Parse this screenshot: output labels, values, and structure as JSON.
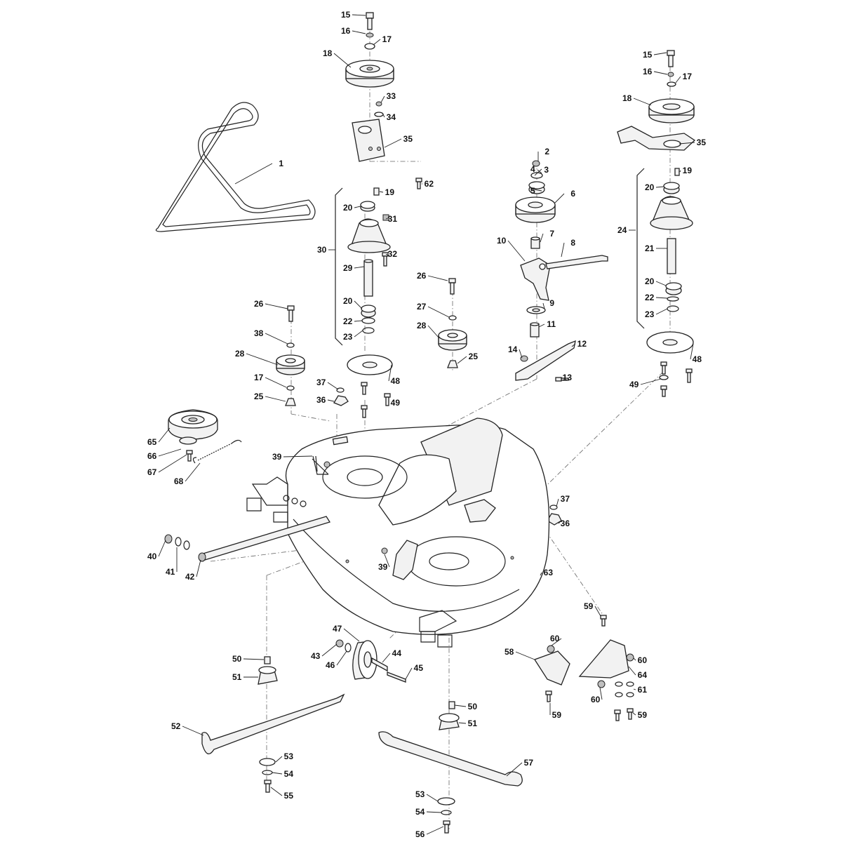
{
  "diagram": {
    "callouts": [
      {
        "id": "c1",
        "text": "1"
      },
      {
        "id": "c2",
        "text": "2"
      },
      {
        "id": "c3",
        "text": "3"
      },
      {
        "id": "c4",
        "text": "4"
      },
      {
        "id": "c5",
        "text": "5"
      },
      {
        "id": "c6",
        "text": "6"
      },
      {
        "id": "c7",
        "text": "7"
      },
      {
        "id": "c8",
        "text": "8"
      },
      {
        "id": "c9",
        "text": "9"
      },
      {
        "id": "c10",
        "text": "10"
      },
      {
        "id": "c11",
        "text": "11"
      },
      {
        "id": "c12",
        "text": "12"
      },
      {
        "id": "c13",
        "text": "13"
      },
      {
        "id": "c14",
        "text": "14"
      },
      {
        "id": "c15a",
        "text": "15"
      },
      {
        "id": "c15b",
        "text": "15"
      },
      {
        "id": "c16a",
        "text": "16"
      },
      {
        "id": "c16b",
        "text": "16"
      },
      {
        "id": "c17a",
        "text": "17"
      },
      {
        "id": "c17b",
        "text": "17"
      },
      {
        "id": "c17c",
        "text": "17"
      },
      {
        "id": "c18a",
        "text": "18"
      },
      {
        "id": "c18b",
        "text": "18"
      },
      {
        "id": "c19a",
        "text": "19"
      },
      {
        "id": "c19b",
        "text": "19"
      },
      {
        "id": "c20a",
        "text": "20"
      },
      {
        "id": "c20b",
        "text": "20"
      },
      {
        "id": "c20c",
        "text": "20"
      },
      {
        "id": "c20d",
        "text": "20"
      },
      {
        "id": "c21",
        "text": "21"
      },
      {
        "id": "c22a",
        "text": "22"
      },
      {
        "id": "c22b",
        "text": "22"
      },
      {
        "id": "c23a",
        "text": "23"
      },
      {
        "id": "c23b",
        "text": "23"
      },
      {
        "id": "c24",
        "text": "24"
      },
      {
        "id": "c25a",
        "text": "25"
      },
      {
        "id": "c25b",
        "text": "25"
      },
      {
        "id": "c26a",
        "text": "26"
      },
      {
        "id": "c26b",
        "text": "26"
      },
      {
        "id": "c27",
        "text": "27"
      },
      {
        "id": "c28a",
        "text": "28"
      },
      {
        "id": "c28b",
        "text": "28"
      },
      {
        "id": "c29",
        "text": "29"
      },
      {
        "id": "c30",
        "text": "30"
      },
      {
        "id": "c31",
        "text": "31"
      },
      {
        "id": "c32",
        "text": "32"
      },
      {
        "id": "c33",
        "text": "33"
      },
      {
        "id": "c34",
        "text": "34"
      },
      {
        "id": "c35a",
        "text": "35"
      },
      {
        "id": "c35b",
        "text": "35"
      },
      {
        "id": "c36a",
        "text": "36"
      },
      {
        "id": "c36b",
        "text": "36"
      },
      {
        "id": "c37a",
        "text": "37"
      },
      {
        "id": "c37b",
        "text": "37"
      },
      {
        "id": "c38",
        "text": "38"
      },
      {
        "id": "c39a",
        "text": "39"
      },
      {
        "id": "c39b",
        "text": "39"
      },
      {
        "id": "c40",
        "text": "40"
      },
      {
        "id": "c41",
        "text": "41"
      },
      {
        "id": "c42",
        "text": "42"
      },
      {
        "id": "c43",
        "text": "43"
      },
      {
        "id": "c44",
        "text": "44"
      },
      {
        "id": "c45",
        "text": "45"
      },
      {
        "id": "c46",
        "text": "46"
      },
      {
        "id": "c47",
        "text": "47"
      },
      {
        "id": "c48a",
        "text": "48"
      },
      {
        "id": "c48b",
        "text": "48"
      },
      {
        "id": "c49a",
        "text": "49"
      },
      {
        "id": "c49b",
        "text": "49"
      },
      {
        "id": "c50a",
        "text": "50"
      },
      {
        "id": "c50b",
        "text": "50"
      },
      {
        "id": "c51a",
        "text": "51"
      },
      {
        "id": "c51b",
        "text": "51"
      },
      {
        "id": "c52",
        "text": "52"
      },
      {
        "id": "c53a",
        "text": "53"
      },
      {
        "id": "c53b",
        "text": "53"
      },
      {
        "id": "c54a",
        "text": "54"
      },
      {
        "id": "c54b",
        "text": "54"
      },
      {
        "id": "c55",
        "text": "55"
      },
      {
        "id": "c56",
        "text": "56"
      },
      {
        "id": "c57",
        "text": "57"
      },
      {
        "id": "c58",
        "text": "58"
      },
      {
        "id": "c59a",
        "text": "59"
      },
      {
        "id": "c59b",
        "text": "59"
      },
      {
        "id": "c59c",
        "text": "59"
      },
      {
        "id": "c60a",
        "text": "60"
      },
      {
        "id": "c60b",
        "text": "60"
      },
      {
        "id": "c60c",
        "text": "60"
      },
      {
        "id": "c61",
        "text": "61"
      },
      {
        "id": "c62",
        "text": "62"
      },
      {
        "id": "c63",
        "text": "63"
      },
      {
        "id": "c64",
        "text": "64"
      },
      {
        "id": "c65",
        "text": "65"
      },
      {
        "id": "c66",
        "text": "66"
      },
      {
        "id": "c67",
        "text": "67"
      },
      {
        "id": "c68",
        "text": "68"
      }
    ]
  }
}
